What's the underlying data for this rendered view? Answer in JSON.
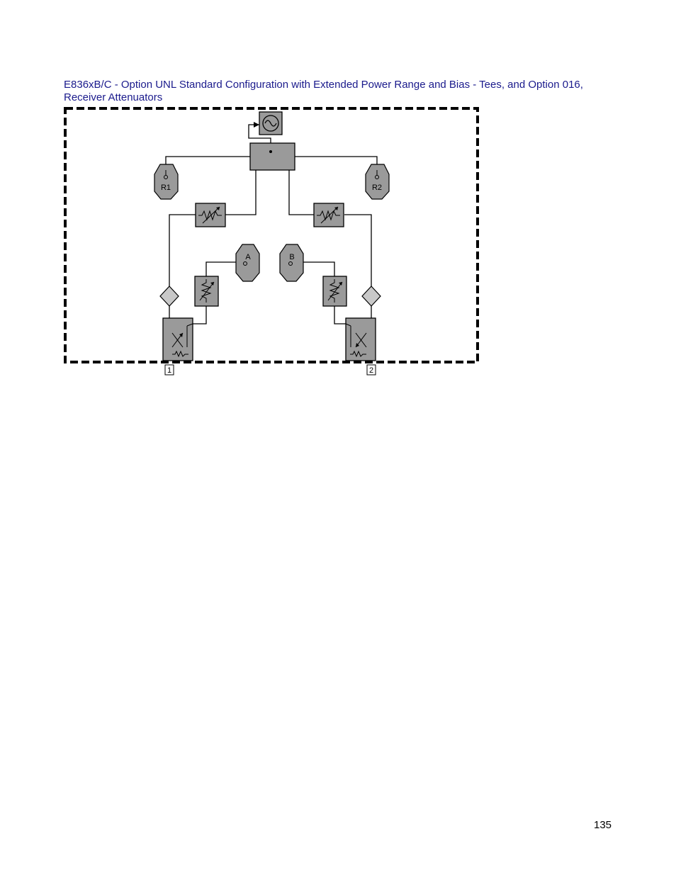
{
  "heading": "E836xB/C - Option UNL Standard Configuration with Extended Power Range and Bias - Tees, and Option 016, Receiver Attenuators",
  "receivers": {
    "r1": "R1",
    "r2": "R2",
    "a": "A",
    "b": "B"
  },
  "ports": {
    "port1": "1",
    "port2": "2"
  },
  "page_number": "135",
  "colors": {
    "heading": "#1a1a8c",
    "component_fill": "#9a9a9a",
    "diamond_fill": "#c8c8c8",
    "line": "#000000"
  }
}
